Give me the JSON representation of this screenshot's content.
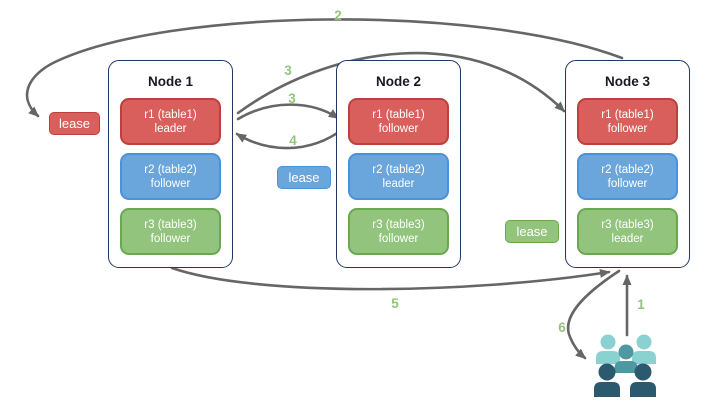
{
  "diagram": {
    "description": "range lease / leader-follower replication diagram",
    "nodes": [
      {
        "title": "Node 1",
        "replicas": [
          {
            "line1": "r1 (table1)",
            "line2": "leader",
            "color": "red"
          },
          {
            "line1": "r2 (table2)",
            "line2": "follower",
            "color": "blue"
          },
          {
            "line1": "r3 (table3)",
            "line2": "follower",
            "color": "green"
          }
        ]
      },
      {
        "title": "Node 2",
        "replicas": [
          {
            "line1": "r1 (table1)",
            "line2": "follower",
            "color": "red"
          },
          {
            "line1": "r2 (table2)",
            "line2": "leader",
            "color": "blue"
          },
          {
            "line1": "r3 (table3)",
            "line2": "follower",
            "color": "green"
          }
        ]
      },
      {
        "title": "Node 3",
        "replicas": [
          {
            "line1": "r1 (table1)",
            "line2": "follower",
            "color": "red"
          },
          {
            "line1": "r2 (table2)",
            "line2": "follower",
            "color": "blue"
          },
          {
            "line1": "r3 (table3)",
            "line2": "leader",
            "color": "green"
          }
        ]
      }
    ],
    "leases": [
      {
        "label": "lease",
        "color": "red"
      },
      {
        "label": "lease",
        "color": "blue"
      },
      {
        "label": "lease",
        "color": "green"
      }
    ],
    "steps": {
      "s1": "1",
      "s2": "2",
      "s3a": "3",
      "s3b": "3",
      "s4": "4",
      "s5": "5",
      "s6": "6"
    },
    "icons": {
      "users": "users-icon"
    },
    "colors": {
      "red_fill": "#d95f5c",
      "red_border": "#bc403c",
      "blue_fill": "#6aa5dc",
      "blue_border": "#4d92d9",
      "green_fill": "#93c47d",
      "green_border": "#6aa84f",
      "node_border": "#1f3864",
      "arrow": "#666666",
      "step_label": "#93c47d",
      "users_light": "#8ad2d2",
      "users_mid": "#4f98a2",
      "users_dark": "#2b5a6e"
    }
  }
}
